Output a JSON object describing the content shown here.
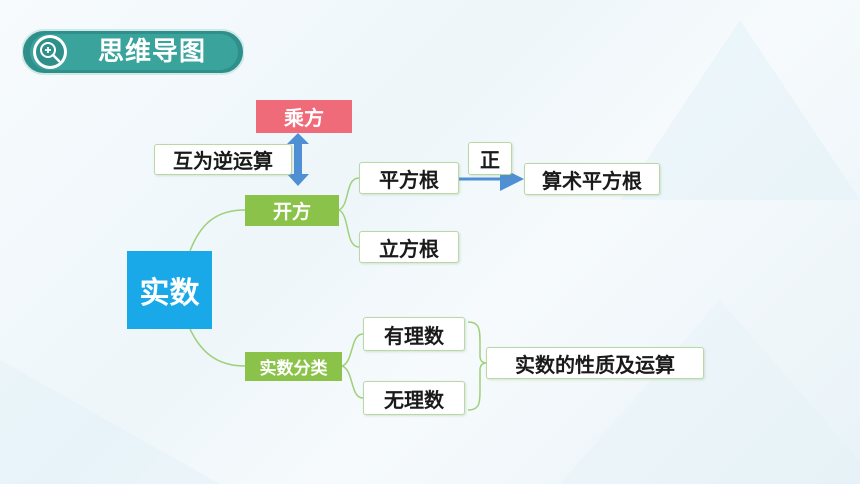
{
  "title": "思维导图",
  "colors": {
    "root": "#1aa9e8",
    "green_node": "#8bc34a",
    "pink_node": "#f06b7a",
    "title_banner": "#2f8f8a",
    "connector": "#9fd07a",
    "arrow": "#4f8fd4"
  },
  "icons": {
    "title_icon": "zoom-in-icon"
  },
  "nodes": {
    "root": "实数",
    "kaifang": "开方",
    "chengfang": "乘方",
    "huwei": "互为逆运算",
    "pingfanggen": "平方根",
    "zheng": "正",
    "suanshu": "算术平方根",
    "lifanggen": "立方根",
    "fenlei": "实数分类",
    "youli": "有理数",
    "wuli": "无理数",
    "xingzhi": "实数的性质及运算"
  }
}
